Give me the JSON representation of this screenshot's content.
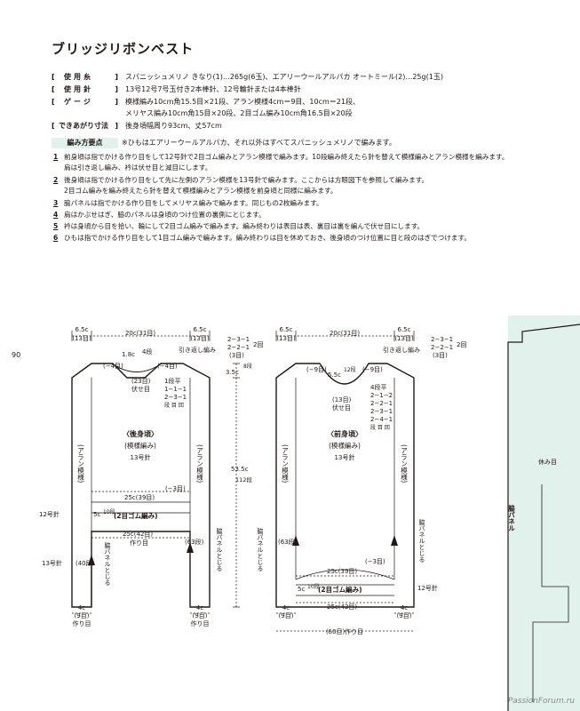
{
  "title": "ブリッジリボンベスト",
  "page_number": "90",
  "watermark": "PassionForum.ru",
  "specs": [
    {
      "label": "使用糸",
      "lines": [
        "スパニッシュメリノ きなり(1)…265g(6玉)、エアリーウールアルパカ オートミール(2)…25g(1玉)"
      ]
    },
    {
      "label": "使用針",
      "lines": [
        "13号12号7号玉付き2本棒針、12号輪針または4本棒針"
      ]
    },
    {
      "label": "ゲージ",
      "lines": [
        "模様編み10cm角15.5目×21段、アラン模様4cm＝9目、10cm＝21段、",
        "メリヤス編み10cm角15目×20段、2目ゴム編み10cm角16.5目×20段"
      ]
    },
    {
      "label": "できあがり寸法",
      "lines": [
        "後身頃幅周り93cm、丈57cm"
      ]
    }
  ],
  "howto": {
    "label": "編み方要点",
    "note": "※ひもはエアリーウールアルパカ、それ以外はすべてスパニッシュメリノで編みます。",
    "steps": [
      {
        "num": "1",
        "lines": [
          "前身頃は指でかける作り目をして12号針で2目ゴム編みとアラン模様で編みます。10段編み終えたら針を替えて模様編みとアラン模様を編みます。",
          "肩は引き返し編み、衿は伏せ目と減目にします。"
        ]
      },
      {
        "num": "2",
        "lines": [
          "後身頃は指でかける作り目をして先に左側のアラン模様を13号針で編みます。ここからは方眼図下を参照して編みます。",
          "2目ゴム編みを編み終えたら針を替えて模様編みとアラン模様を前身頃と同様に編みます。"
        ]
      },
      {
        "num": "3",
        "lines": [
          "脇パネルは指でかける作り目をしてメリヤス編みで編みます。同じもの2枚編みます。"
        ]
      },
      {
        "num": "4",
        "lines": [
          "肩はかぶせはぎ、脇のパネルは身頃のつけ位置の裏側にとじます。"
        ]
      },
      {
        "num": "5",
        "lines": [
          "衿は身頃から目を拾い、輪にして2目ゴム編みで編みます。編み終わりは表目は表、裏目は裏を編んで伏せ目にします。"
        ]
      },
      {
        "num": "6",
        "lines": [
          "ひもは指でかける作り目をして1目ゴム編みで編みます。編み終わりは目を休めておき、後身頃のつけ位置に目と段のはぎでつけます。"
        ]
      }
    ]
  },
  "back": {
    "title": "〈後身頃〉",
    "pattern": "(模様編み)",
    "needle": "13号針",
    "top_left_w": "6.5c",
    "top_left_st": "(13目)",
    "top_mid_w": "20c(31目)",
    "top_right_w": "6.5c",
    "top_right_st": "(13目)",
    "neck_depth": "1.8c",
    "neck_depth_rows": "4段",
    "dec_left": "(−4目)",
    "dec_right": "(−4目)",
    "bind_off": "(23目)",
    "bind_off2": "伏せ目",
    "neck_table": [
      "1段平",
      "1−1−1",
      "2−3−1",
      "段 目 回"
    ],
    "short_row": "引き返し編み",
    "shoulder_table": [
      "2−3−1",
      "2−2−1",
      "(3目)"
    ],
    "shoulder_rows": "2回",
    "aran_left": "(アラン模様)",
    "aran_right": "(アラン模様)",
    "mid_w": "25c(39目)",
    "mid_dec": "(−3目)",
    "rib_label": "(2目ゴム編み)",
    "rib_h": "5c",
    "rib_rows": "10段",
    "needle12": "12号針",
    "bottom_w": "25c(42目)",
    "bottom_cast": "作り目",
    "panel_text": "脇パネルとじる",
    "panel_left_rows": "(40段)",
    "panel_right_rows": "(63段)",
    "panel_right_text": "脇パネルとじる",
    "needle13": "13号針",
    "left_leg_w": "4c",
    "left_leg_st": "(9目)",
    "left_leg_cast": "作り目",
    "right_leg_w": "4c",
    "right_leg_st": "(9目)",
    "right_leg_cast": "作り目",
    "shoulder_h": "3.5c",
    "shoulder_h_rows": "8段",
    "total_h": "53.5c",
    "total_h_rows": "112段"
  },
  "front": {
    "title": "〈前身頃〉",
    "pattern": "(模様編み)",
    "needle": "13号針",
    "top_left_w": "6.5c",
    "top_left_st": "(13目)",
    "top_mid_w": "20c(31目)",
    "top_right_w": "6.5c",
    "top_right_st": "(13目)",
    "dec_left": "(−9目)",
    "dec_right": "(−9目)",
    "neck_depth": "5.5c",
    "neck_depth_rows": "12段",
    "neck_table": [
      "4段平",
      "2−1−2",
      "2−2−1",
      "2−3−1",
      "2−4−1",
      "段 目 回"
    ],
    "bind_off": "(13目)",
    "bind_off2": "伏せ目",
    "short_row": "引き返し編み",
    "shoulder_table": [
      "2−3−1",
      "2−2−1",
      "(3目)"
    ],
    "shoulder_rows": "2回",
    "aran_left": "(アラン模様)",
    "aran_right": "(アラン模様)",
    "panel_left_text": "脇パネルとじる",
    "panel_left_rows": "(63段)",
    "panel_right_text": "脇パネルとじる",
    "mid_w": "25c(39目)",
    "mid_dec": "(−3目)",
    "rib_label": "(2目ゴム編み)",
    "rib_h": "5c",
    "rib_rows": "10段",
    "needle12": "12号針",
    "bottom_w": "25c(42目)",
    "left_leg_w": "4c",
    "left_leg_st": "(9目)",
    "right_leg_w": "4c",
    "right_leg_st": "(9目)",
    "cast_total": "(60目)作り目"
  },
  "side_panel": {
    "label": "脇パネル",
    "rest": "休み目"
  }
}
